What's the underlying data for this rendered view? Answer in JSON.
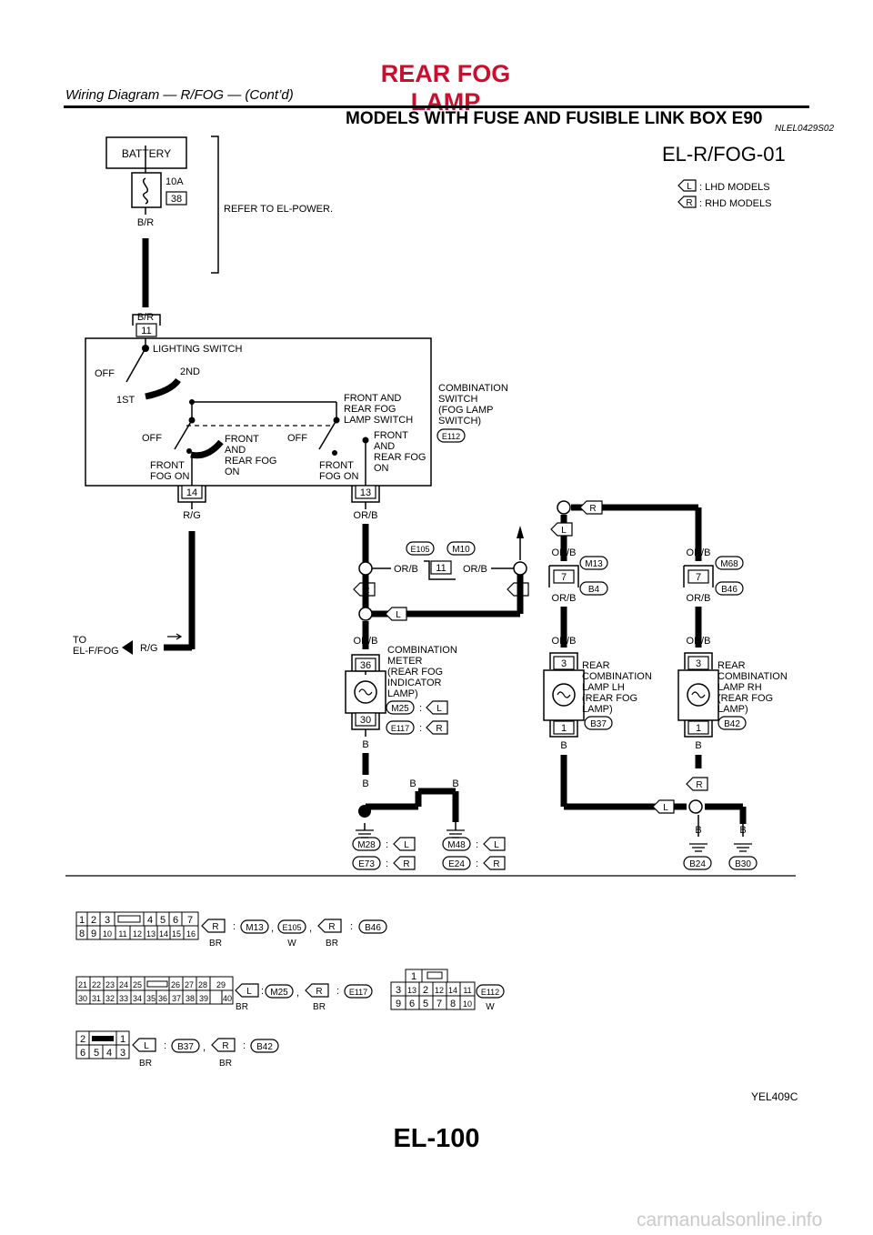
{
  "header": {
    "title": "REAR FOG LAMP",
    "subtitle": "Wiring Diagram — R/FOG — (Cont’d)"
  },
  "section": {
    "title": "MODELS WITH FUSE AND FUSIBLE LINK BOX E90",
    "code": "NLEL0429S02"
  },
  "diagram": {
    "id": "EL-R/FOG-01",
    "legend": [
      {
        "tag": "L",
        "text": ": LHD MODELS"
      },
      {
        "tag": "R",
        "text": ": RHD MODELS"
      }
    ],
    "battery": "BATTERY",
    "fuse_amp": "10A",
    "fuse_no": "38",
    "wire_br": "B/R",
    "refer": "REFER TO EL-POWER.",
    "sw_pin_11": "11",
    "sw_pin_14": "14",
    "sw_pin_13": "13",
    "lighting_switch": "LIGHTING SWITCH",
    "off": "OFF",
    "pos_2nd": "2ND",
    "pos_1st": "1ST",
    "fog_switch": [
      "FRONT AND",
      "REAR FOG",
      "LAMP SWITCH"
    ],
    "comb_switch": [
      "COMBINATION",
      "SWITCH",
      "(FOG LAMP",
      "SWITCH)"
    ],
    "conn_e112": "E112",
    "front_fog_on": [
      "FRONT",
      "FOG ON"
    ],
    "front_rear_fog_on": [
      "FRONT",
      "AND",
      "REAR FOG",
      "ON"
    ],
    "wire_rg": "R/G",
    "wire_orb": "OR/B",
    "wire_b": "B",
    "to_ff": [
      "TO",
      "EL-F/FOG"
    ],
    "conn_e105": "E105",
    "conn_m10": "M10",
    "jc_pin_11": "11",
    "tag_r": "R",
    "tag_l": "L",
    "meter": [
      "COMBINATION",
      "METER",
      "(REAR FOG",
      "INDICATOR",
      "LAMP)"
    ],
    "meter_pin_36": "36",
    "meter_pin_30": "30",
    "conn_m25": "M25",
    "conn_e117": "E117",
    "colon": ":",
    "conn_m13": "M13",
    "conn_b4": "B4",
    "conn_m68": "M68",
    "conn_b46": "B46",
    "pin_7": "7",
    "pin_3": "3",
    "pin_1": "1",
    "rear_lh": [
      "REAR",
      "COMBINATION",
      "LAMP LH",
      "(REAR FOG",
      "LAMP)"
    ],
    "rear_rh": [
      "REAR",
      "COMBINATION",
      "LAMP RH",
      "(REAR FOG",
      "LAMP)"
    ],
    "conn_b37": "B37",
    "conn_b42": "B42",
    "gnd_m28": "M28",
    "gnd_e73": "E73",
    "gnd_m48": "M48",
    "gnd_e24": "E24",
    "gnd_b24": "B24",
    "gnd_b30": "B30"
  },
  "connector_views": {
    "c1_top": [
      "1",
      "2",
      "3",
      "4",
      "5",
      "6",
      "7"
    ],
    "c1_bottom": [
      "8",
      "9",
      "10",
      "11",
      "12",
      "13",
      "14",
      "15",
      "16"
    ],
    "c2_top": [
      "21",
      "22",
      "23",
      "24",
      "25",
      "26",
      "27",
      "28",
      "29"
    ],
    "c2_bottom": [
      "30",
      "31",
      "32",
      "33",
      "34",
      "35",
      "36",
      "37",
      "38",
      "39",
      "40"
    ],
    "c3_top": [
      "1"
    ],
    "c3_mid": [
      "3",
      "13",
      "2",
      "12",
      "14",
      "11"
    ],
    "c3_bottom": [
      "9",
      "6",
      "5",
      "7",
      "8",
      "10"
    ],
    "c4_top": [
      "2",
      "1"
    ],
    "c4_bottom": [
      "6",
      "5",
      "4",
      "3"
    ],
    "br": "BR",
    "w": "W",
    "comma": ","
  },
  "footer": {
    "figure_code": "YEL409C",
    "page_number": "EL-100",
    "watermark": "carmanualsonline.info"
  }
}
